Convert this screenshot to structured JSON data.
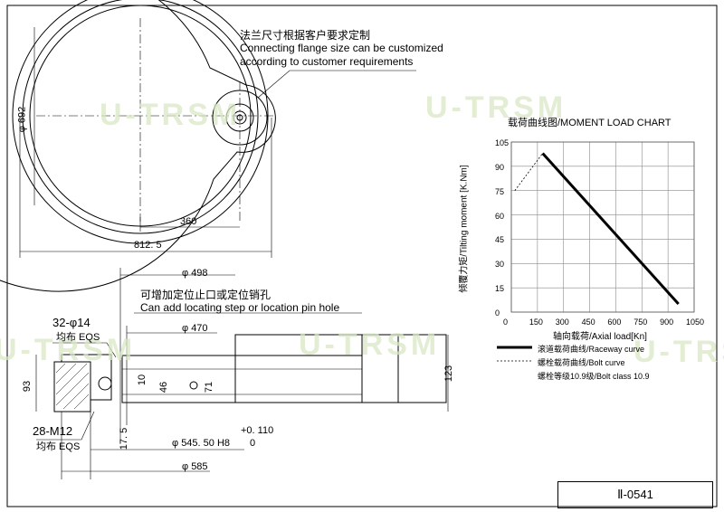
{
  "watermark": "U-TRSM",
  "notes": {
    "flange_cn": "法兰尺寸根据客户要求定制",
    "flange_en1": "Connecting flange size can be customized",
    "flange_en2": "according to customer requirements",
    "step_cn": "可增加定位止口或定位销孔",
    "step_en": "Can add locating step or location pin hole"
  },
  "top_dims": {
    "dia_692": "φ 692",
    "d360": "360",
    "d812": "812. 5"
  },
  "section_dims": {
    "dia_498": "φ 498",
    "dia_470": "φ 470",
    "holes_top": "32-φ14",
    "eqs_top": "均布 EQS",
    "holes_bot": "28-M12",
    "eqs_bot": "均布 EQS",
    "d93": "93",
    "d10": "10",
    "d46": "46",
    "d71": "71",
    "d123": "123",
    "d17": "17. 5",
    "tol_up": "+0. 110",
    "tol_dn": "0",
    "dia_545": "φ 545. 50 H8",
    "dia_585": "φ 585"
  },
  "chart_data": {
    "type": "line",
    "title": "载荷曲线图/MOMENT LOAD CHART",
    "xlabel": "轴向载荷/Axial load[Kn]",
    "ylabel": "倾覆力矩/Tilting moment [K.Nm]",
    "xlim": [
      0,
      1050
    ],
    "ylim": [
      0,
      105
    ],
    "xticks": [
      0,
      150,
      300,
      450,
      600,
      750,
      900,
      1050
    ],
    "yticks": [
      0,
      15,
      30,
      45,
      60,
      75,
      90,
      105
    ],
    "grid": true,
    "series": [
      {
        "name": "滚道载荷曲线/Raceway curve",
        "style": "solid",
        "color": "#000000",
        "x": [
          180,
          960
        ],
        "y": [
          98,
          5
        ]
      },
      {
        "name": "螺栓载荷曲线/Bolt curve",
        "style": "dashed",
        "color": "#000000",
        "x": [
          20,
          180
        ],
        "y": [
          75,
          98
        ]
      }
    ],
    "bolt_class": "螺栓等级10.9级/Bolt class 10.9"
  },
  "drawing_number": "Ⅱ-0541"
}
